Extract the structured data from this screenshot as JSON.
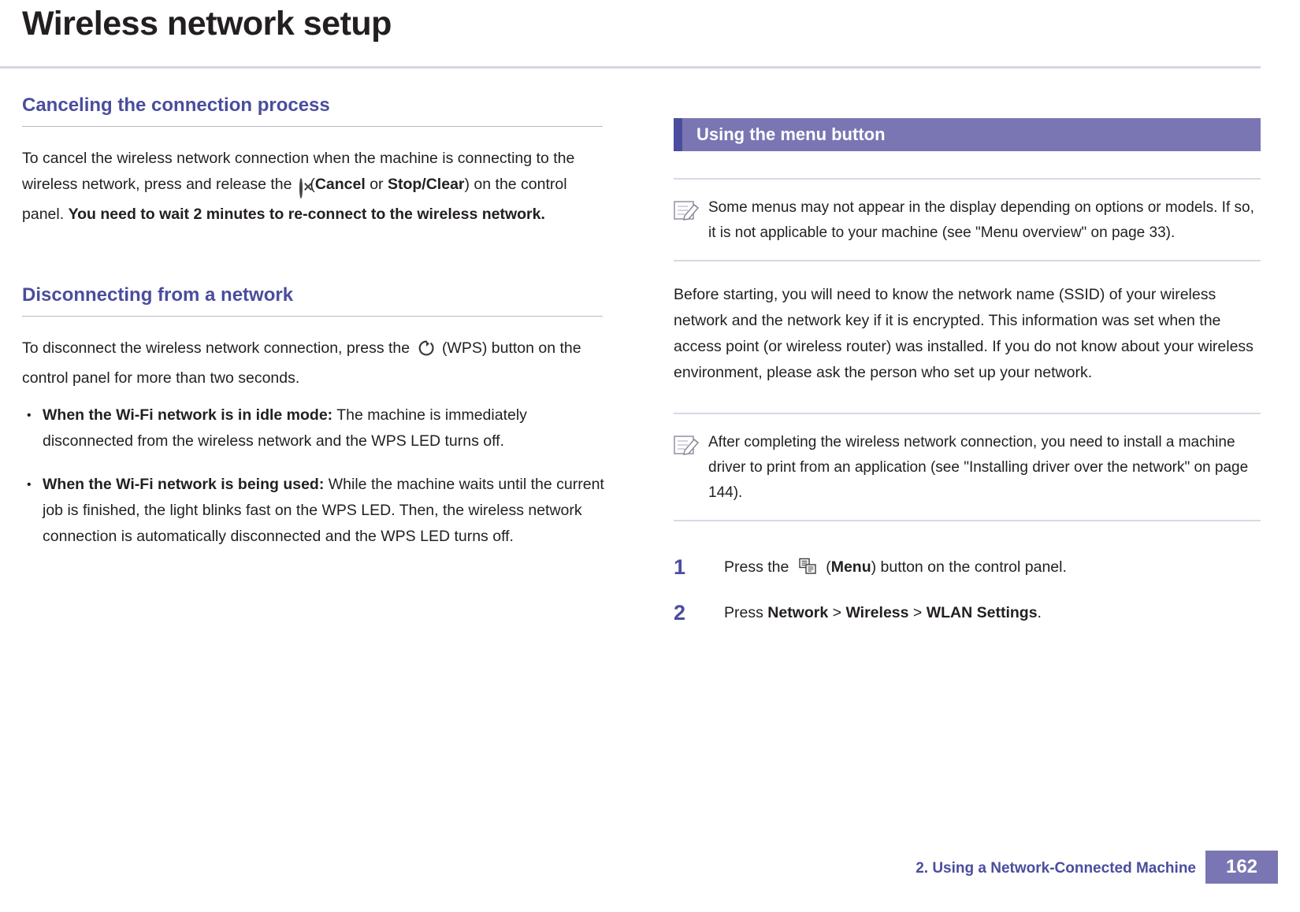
{
  "header": {
    "title": "Wireless network setup"
  },
  "left": {
    "section1": {
      "heading": "Canceling the connection process",
      "p1_a": "To cancel the wireless network connection when the machine is connecting to the wireless network, press and release the",
      "p1_icon": "cancel-icon",
      "p1_b": "(",
      "p1_bold1": "Cancel",
      "p1_c": " or ",
      "p1_bold2": "Stop/Clear",
      "p1_d": ") on the control panel. ",
      "p1_bold3": "You need to wait 2 minutes to re-connect to the wireless network."
    },
    "section2": {
      "heading": "Disconnecting from a network",
      "p1_a": "To disconnect the wireless network connection, press the",
      "p1_icon": "wps-icon",
      "p1_b": "(WPS) button on the control panel for more than two seconds.",
      "bullets": [
        {
          "bold": "When the Wi-Fi network is in idle mode:",
          "rest": " The machine is immediately disconnected from the wireless network and the WPS LED turns off."
        },
        {
          "bold": "When the Wi-Fi network is being used:",
          "rest": " While the machine waits until the current job is finished, the light blinks fast on the WPS LED. Then, the wireless network connection is automatically disconnected and the WPS LED turns off."
        }
      ]
    }
  },
  "right": {
    "section_bar_title": "Using the menu button",
    "note1": "Some menus may not appear in the display depending on options or models. If so, it is not applicable to your machine (see \"Menu overview\" on page 33).",
    "paragraph": "Before starting, you will need to know the network name (SSID) of your wireless network and the network key if it is encrypted. This information was set when the access point (or wireless router) was installed. If you do not know about your wireless environment, please ask the person who set up your network.",
    "note2": "After completing the wireless network connection, you need to install a machine driver to print from an application (see \"Installing driver over the network\" on page 144).",
    "steps": [
      {
        "num": "1",
        "a": "Press the",
        "icon": "menu-icon",
        "b": "(",
        "bold": "Menu",
        "c": ") button on the control panel."
      },
      {
        "num": "2",
        "a": "Press ",
        "bold1": "Network",
        "sep1": " > ",
        "bold2": "Wireless",
        "sep2": " > ",
        "bold3": "WLAN Settings",
        "end": "."
      }
    ]
  },
  "footer": {
    "chapter": "2.  Using a Network-Connected Machine",
    "page_number": "162"
  },
  "colors": {
    "accent_purple": "#4a4d9e",
    "bar_purple": "#7a76b3",
    "rule_gray": "#b9b7c8"
  }
}
